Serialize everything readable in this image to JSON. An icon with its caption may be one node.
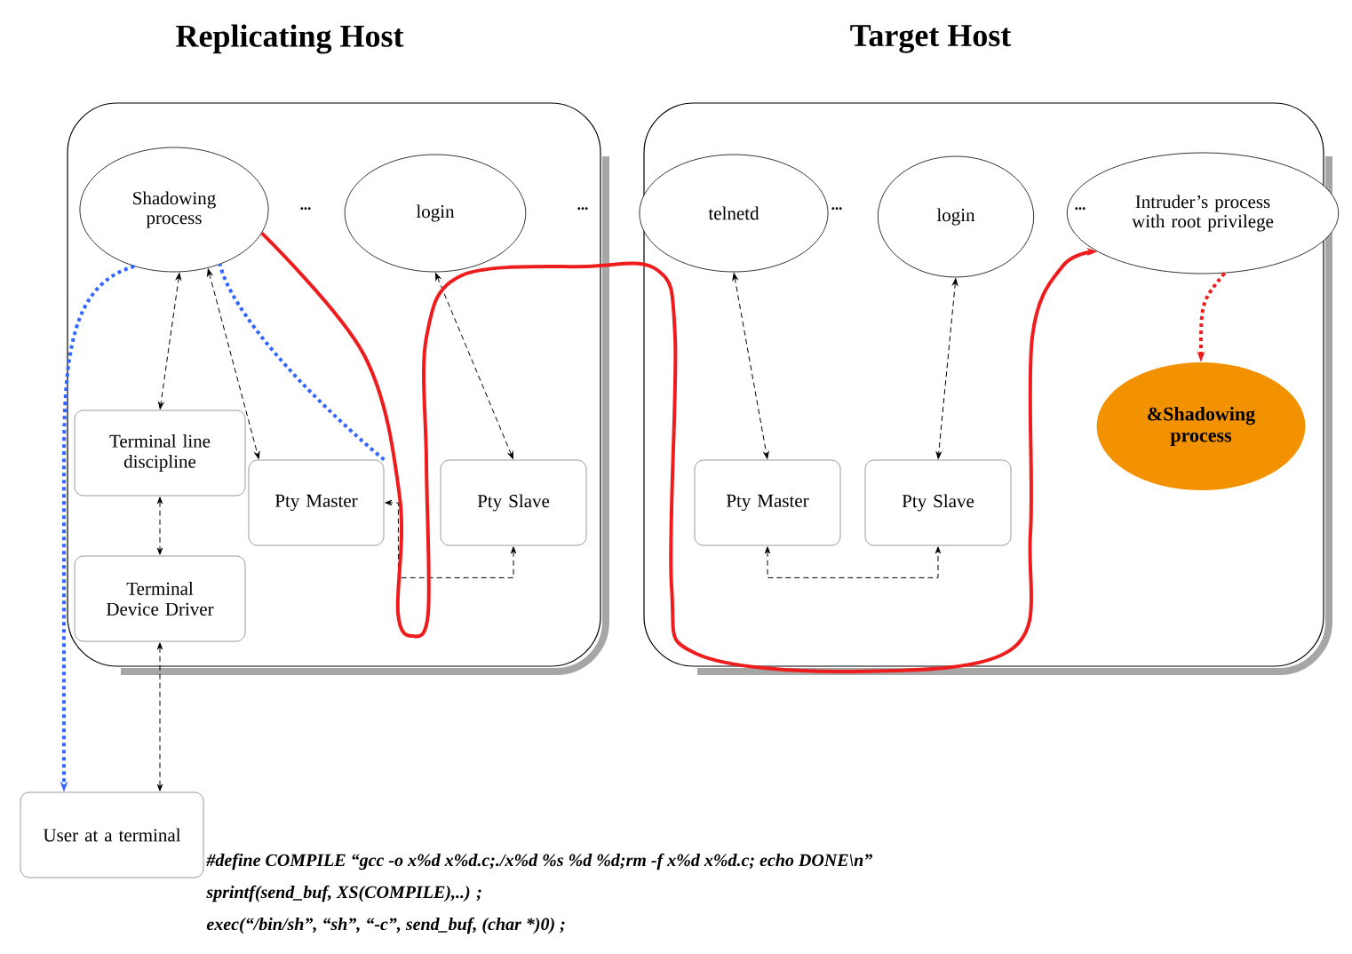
{
  "diagram": {
    "nodes": [
      {
        "text": [
          "Replicating Host"
        ]
      },
      {
        "text": [
          "Target Host"
        ]
      },
      {
        "text": [
          "Shadowing process"
        ],
        "in": 0
      },
      {
        "text": [
          "login"
        ],
        "in": 0
      },
      {
        "text": [
          "Terminal line discipline"
        ],
        "in": 0
      },
      {
        "text": [
          "Pty Master"
        ],
        "in": 0
      },
      {
        "text": [
          "Pty Slave"
        ],
        "in": 0
      },
      {
        "text": [
          "Terminal Device Driver"
        ],
        "in": 0
      },
      {
        "text": [
          "telnetd"
        ],
        "in": 1
      },
      {
        "text": [
          "login"
        ],
        "in": 1
      },
      {
        "text": [
          "Intruder’s process with root privilege"
        ],
        "in": 1
      },
      {
        "text": [
          "&Shadowing process"
        ],
        "in": 1
      },
      {
        "text": [
          "Pty Master"
        ],
        "in": 1
      },
      {
        "text": [
          "Pty Slave"
        ],
        "in": 1
      },
      {
        "text": [
          "User at a terminal"
        ]
      }
    ],
    "edges": [
      {
        "from": 2,
        "to": 4,
        "arrow": "both",
        "style": "dashed"
      },
      {
        "from": 2,
        "to": 5,
        "arrow": "both",
        "style": "dashed"
      },
      {
        "from": 4,
        "to": 7,
        "arrow": "both",
        "style": "dashed"
      },
      {
        "from": 7,
        "to": 14,
        "arrow": "both",
        "style": "dashed"
      },
      {
        "from": 3,
        "to": 6,
        "arrow": "both",
        "style": "dashed"
      },
      {
        "from": 6,
        "to": 5,
        "arrow": "both",
        "style": "dashed"
      },
      {
        "from": 8,
        "to": 12,
        "arrow": "both",
        "style": "dashed"
      },
      {
        "from": 9,
        "to": 13,
        "arrow": "both",
        "style": "dashed"
      },
      {
        "from": 12,
        "to": 13,
        "arrow": "both",
        "style": "dashed"
      },
      {
        "from": 5,
        "to": 2,
        "arrow": "none",
        "style": "dashed",
        "color": "#3366ff"
      },
      {
        "from": 2,
        "to": 14,
        "arrow": "to",
        "style": "dashed",
        "color": "#3366ff"
      },
      {
        "from": 2,
        "to": 10,
        "arrow": "to",
        "style": "thick",
        "color": "#ee1c1c"
      },
      {
        "from": 10,
        "to": 11,
        "arrow": "to",
        "style": "dashed",
        "color": "#ee1c1c"
      }
    ],
    "labels": [
      "•••",
      "•••",
      "•••",
      "•••",
      "#define COMPILE     “gcc -o x%d x%d.c;./x%d %s %d %d;rm -f x%d x%d.c; echo DONE\\n”",
      "sprintf(send_buf, XS(COMPILE),..) ;",
      "exec(“/bin/sh”, “sh”, “-c”, send_buf, (char *)0) ;"
    ]
  }
}
